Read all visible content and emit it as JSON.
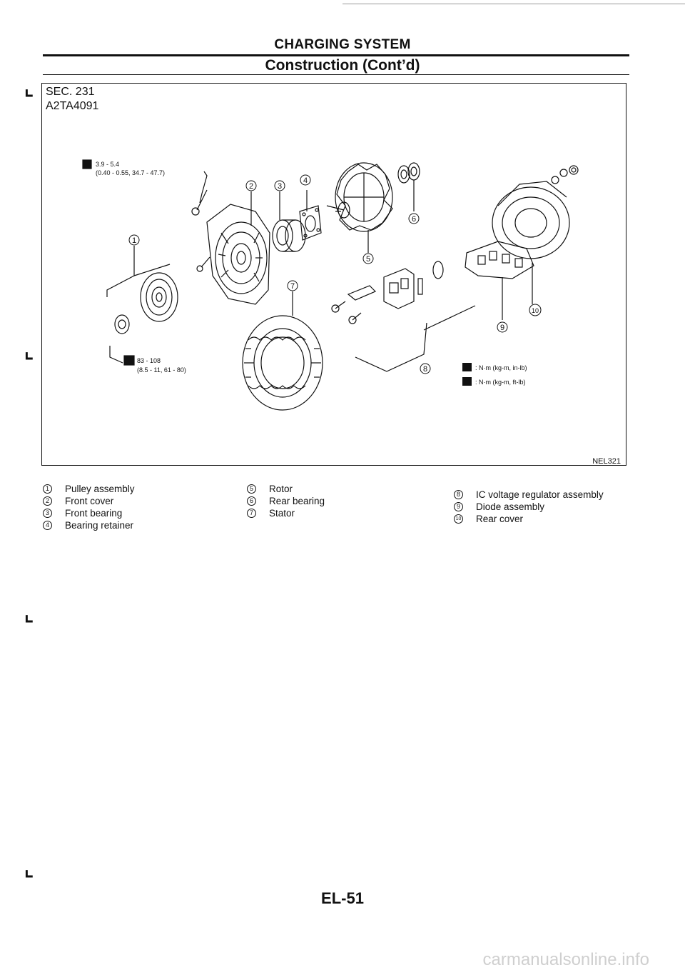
{
  "header": {
    "title": "CHARGING SYSTEM",
    "subtitle": "Construction (Cont’d)"
  },
  "figure": {
    "section": "SEC. 231",
    "part_code": "A2TA4091",
    "figure_code": "NEL321",
    "torque_small": {
      "value": "3.9 - 5.4",
      "alt": "(0.40 - 0.55, 34.7 - 47.7)"
    },
    "torque_large": {
      "value": "83 - 108",
      "alt": "(8.5 - 11, 61 - 80)"
    },
    "key": [
      {
        "unit": ": N·m (kg-m, in-lb)"
      },
      {
        "unit": ": N·m (kg-m, ft-lb)"
      }
    ],
    "callouts": [
      "1",
      "2",
      "3",
      "4",
      "5",
      "6",
      "7",
      "8",
      "9",
      "10"
    ]
  },
  "legend": {
    "col1": [
      {
        "num": "1",
        "text": "Pulley assembly"
      },
      {
        "num": "2",
        "text": "Front cover"
      },
      {
        "num": "3",
        "text": "Front bearing"
      },
      {
        "num": "4",
        "text": "Bearing retainer"
      }
    ],
    "col2": [
      {
        "num": "5",
        "text": "Rotor"
      },
      {
        "num": "6",
        "text": "Rear bearing"
      },
      {
        "num": "7",
        "text": "Stator"
      }
    ],
    "col3": [
      {
        "num": "8",
        "text": "IC voltage regulator assembly"
      },
      {
        "num": "9",
        "text": "Diode assembly"
      },
      {
        "num": "10",
        "text": "Rear cover"
      }
    ]
  },
  "footer": {
    "page_number": "EL-51",
    "watermark": "carmanualsonline.info"
  }
}
